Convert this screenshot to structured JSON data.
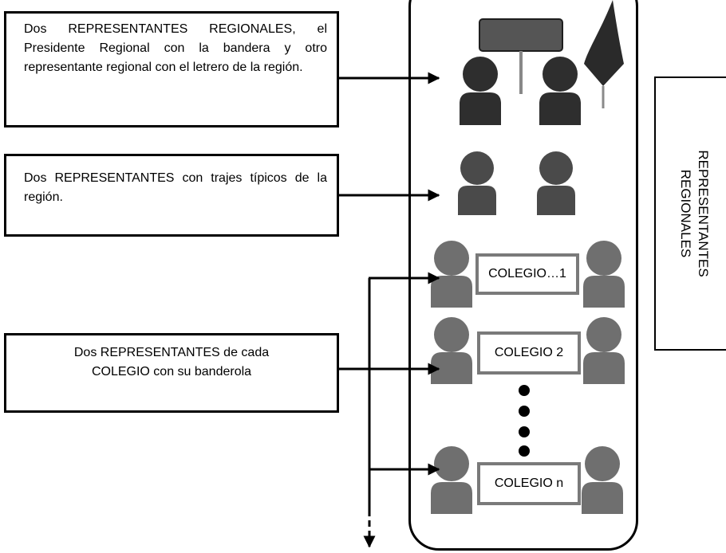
{
  "notes": {
    "regional": "Dos REPRESENTANTES REGIONALES, el Presidente Regional con la bandera y otro representante regional con el letrero de la región.",
    "typical": "Dos REPRESENTANTES con trajes típicos de la región.",
    "schools_line1": "Dos REPRESENTANTES de cada",
    "schools_line2": "COLEGIO con su banderola"
  },
  "side_label": {
    "line1": "REPRESENTANTES",
    "line2": "REGIONALES"
  },
  "schools": [
    "COLEGIO…1",
    "COLEGIO 2",
    "COLEGIO n"
  ],
  "icons": [
    "person-icon",
    "sign-board-icon",
    "flag-icon",
    "ellipsis-dots-icon",
    "arrow-icon"
  ],
  "colors": {
    "person_dark": "#2e2e2e",
    "person_mid": "#4a4a4a",
    "person_light": "#6f6f6f",
    "school_border": "#7a7a7a",
    "line": "#000000"
  }
}
